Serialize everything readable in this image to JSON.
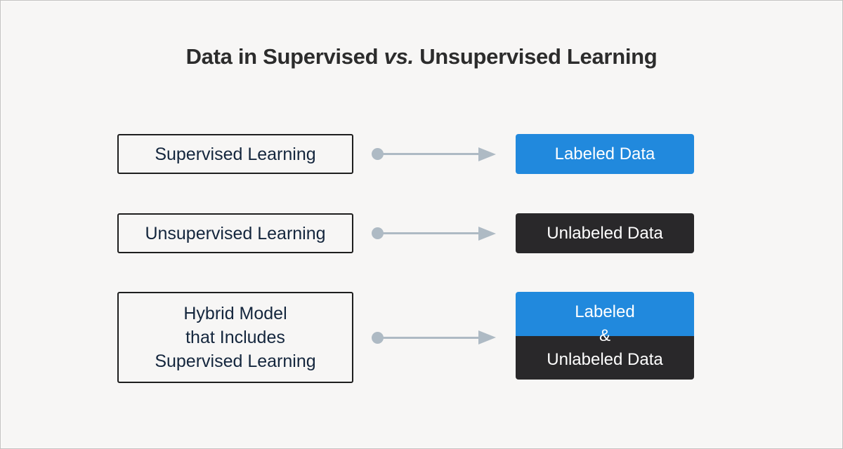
{
  "title": {
    "part1": "Data in Supervised",
    "part2_italic": "vs.",
    "part3": "Unsupervised Learning"
  },
  "rows": [
    {
      "source": {
        "lines": [
          "Supervised Learning"
        ]
      },
      "target": {
        "style": "blue",
        "lines": [
          "Labeled Data"
        ]
      }
    },
    {
      "source": {
        "lines": [
          "Unsupervised Learning"
        ]
      },
      "target": {
        "style": "dark",
        "lines": [
          "Unlabeled Data"
        ]
      }
    },
    {
      "source": {
        "lines": [
          "Hybrid Model",
          "that Includes",
          "Supervised Learning"
        ]
      },
      "target": {
        "style": "split-blue-dark",
        "lines": [
          "Labeled",
          "&",
          "Unlabeled Data"
        ]
      }
    }
  ],
  "icons": {
    "arrow_dot": "circle-dot",
    "arrow_head": "right-arrowhead-triangle"
  },
  "colors": {
    "canvas_background": "#f7f6f5",
    "canvas_border": "#c4c3c2",
    "title_text": "#2c2c2c",
    "source_box_border": "#1e1e1e",
    "source_box_text": "#14263d",
    "labeled_blue": "#2189dd",
    "unlabeled_dark": "#29282a",
    "arrow_gray": "#aebac4",
    "target_text": "#ffffff"
  }
}
